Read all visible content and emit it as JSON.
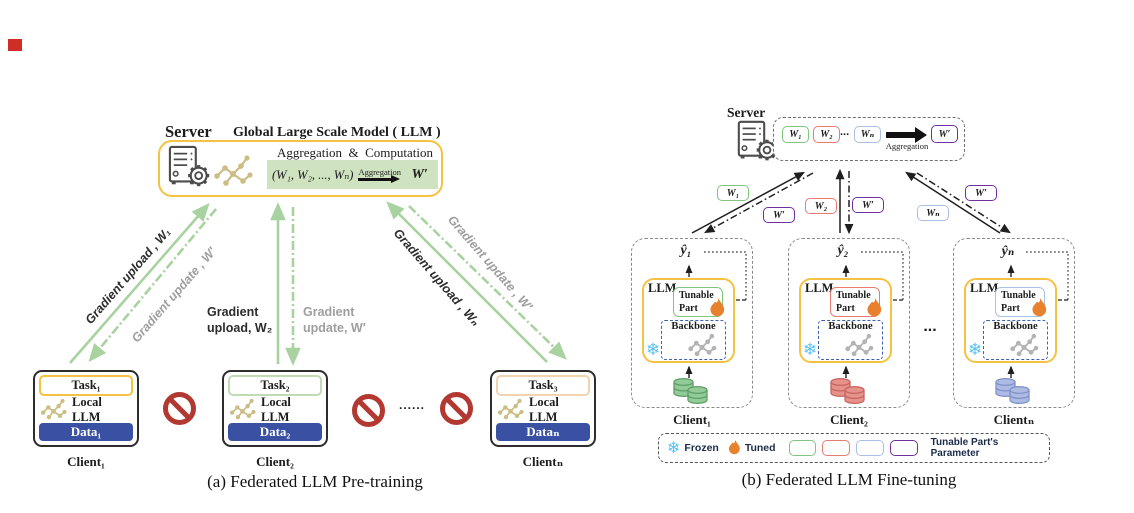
{
  "panel_a": {
    "server_label": "Server",
    "title": "Global Large Scale Model ( LLM )",
    "agg_comp": "Aggregation  &  Computation",
    "formula": "(W₁, W₂, ..., Wₙ)",
    "agg_arrow_label": "Aggregation",
    "result": "W′",
    "links": [
      {
        "upload": "Gradient upload , W₁",
        "update": "Gradient update , W′"
      },
      {
        "upload": "Gradient upload, W₂",
        "update": "Gradient update, W′"
      },
      {
        "upload": "Gradient upload , Wₙ",
        "update": "Gradient update , W′"
      }
    ],
    "clients": [
      {
        "task": "Task₁",
        "local_llm": "Local LLM",
        "data": "Data₁",
        "name": "Client₁"
      },
      {
        "task": "Task₂",
        "local_llm": "Local LLM",
        "data": "Data₂",
        "name": "Client₂"
      },
      {
        "task": "Task₃",
        "local_llm": "Local LLM",
        "data": "Dataₙ",
        "name": "Clientₙ"
      }
    ],
    "ellipsis": "......",
    "caption": "(a)  Federated LLM Pre-training"
  },
  "panel_b": {
    "server_label": "Server",
    "server_chips": [
      "W₁",
      "W₂",
      "Wₙ"
    ],
    "server_dots": "...",
    "agg_label": "Aggregation",
    "server_result": "W′",
    "link_chips": {
      "up1": "W₁",
      "down1": "W′",
      "up2": "W₂",
      "down2": "W′",
      "up3": "Wₙ",
      "down3": "W′"
    },
    "clients": [
      {
        "yhat": "ŷ₁",
        "llm": "LLM",
        "tunable": "Tunable Part",
        "backbone": "Backbone",
        "name": "Client₁"
      },
      {
        "yhat": "ŷ₂",
        "llm": "LLM",
        "tunable": "Tunable Part",
        "backbone": "Backbone",
        "name": "Client₂"
      },
      {
        "yhat": "ŷₙ",
        "llm": "LLM",
        "tunable": "Tunable Part",
        "backbone": "Backbone",
        "name": "Clientₙ"
      }
    ],
    "ellipsis": "...",
    "legend": {
      "frozen": "Frozen",
      "tuned": "Tuned",
      "param": "Tunable Part's Parameter"
    },
    "caption": "(b)  Federated LLM Fine-tuning"
  },
  "icons": {
    "snowflake": "❄"
  },
  "colors": {
    "accent_yellow": "#f5c242",
    "green_arrow": "#a8d29f",
    "agg_green_bg": "#cfe3c0",
    "data_blue": "#3a50a2",
    "prohibit_red": "#b23931",
    "chip_green": "#7ec57e",
    "chip_red": "#e97b72",
    "chip_blue": "#aabfe3",
    "chip_purple": "#7030a0",
    "flame_orange": "#e8812e",
    "snow_blue": "#56c1ef",
    "molecule_tan": "#ccbd84",
    "molecule_gray": "#b3b3b3",
    "task2_border": "#bedbb5",
    "task3_border": "#f2d3b0",
    "backbone_border": "#3f5fae"
  }
}
